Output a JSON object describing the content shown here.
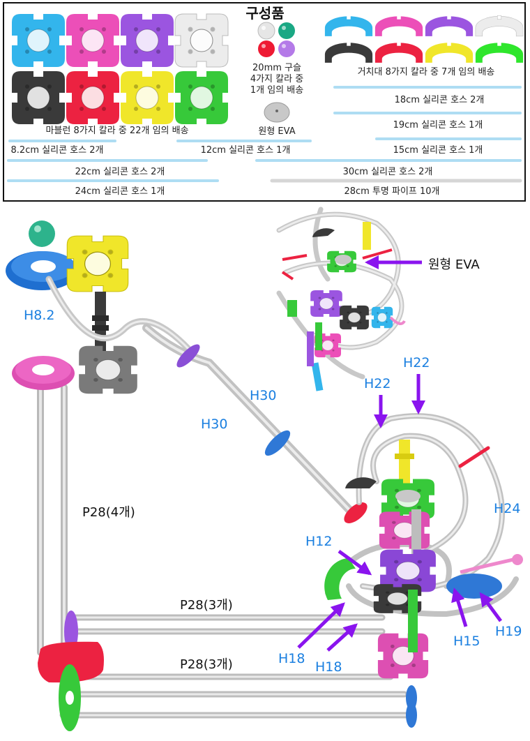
{
  "parts_box": {
    "title": "구성품",
    "marble_caption": "마블런 8가지 칼라 중 22개 임의 배송",
    "ball_caption": [
      "20mm 구슬",
      "4가지 칼라 중",
      "1개 임의 배송"
    ],
    "eva_caption": "원형 EVA",
    "support_caption": "거치대 8가지 칼라 중 7개 임의 배송",
    "hoses": {
      "h18": "18cm 실리콘 호스 2개",
      "h19": "19cm 실리콘 호스 1개",
      "h15": "15cm 실리콘 호스 1개",
      "h82": "8.2cm 실리콘 호스 2개",
      "h12": "12cm 실리콘 호스 1개",
      "h22": "22cm 실리콘 호스 2개",
      "h30": "30cm 실리콘 호스 2개",
      "h24": "24cm 실리콘 호스 1개",
      "p28": "28cm 투명 파이프 10개"
    },
    "colors": {
      "blue": "#33b5ec",
      "pink": "#ec4fb8",
      "purple": "#9b55e0",
      "white": "#ececec",
      "black": "#3a3a3a",
      "red": "#ec2241",
      "yellow": "#f0e62a",
      "green": "#37c93a",
      "green_bright": "#2fe62c"
    }
  },
  "assembly": {
    "labels": {
      "h8_2": "H8.2",
      "h30_a": "H30",
      "h30_b": "H30",
      "p28_4": "P28(4개)",
      "p28_3_top": "P28(3개)",
      "p28_3_bottom": "P28(3개)",
      "eva": "원형 EVA",
      "h22_a": "H22",
      "h22_b": "H22",
      "h24": "H24",
      "h12": "H12",
      "h18_a": "H18",
      "h18_b": "H18",
      "h15": "H15",
      "h19": "H19"
    },
    "arrow_color": "#8a14ee",
    "label_color": "#1a7fe0"
  }
}
